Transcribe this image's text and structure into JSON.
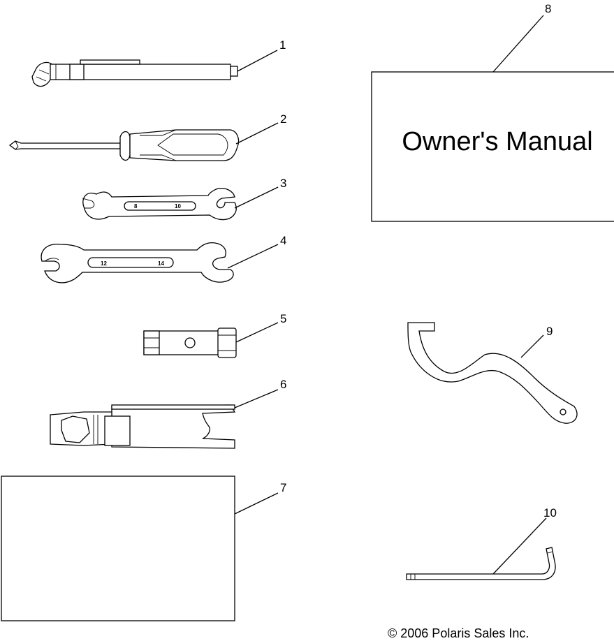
{
  "callouts": [
    "1",
    "2",
    "3",
    "4",
    "5",
    "6",
    "7",
    "8",
    "9",
    "10"
  ],
  "wrench_small": {
    "left_size": "8",
    "right_size": "10"
  },
  "wrench_large": {
    "left_size": "12",
    "right_size": "14"
  },
  "manual": {
    "title": "Owner's Manual"
  },
  "copyright": "© 2006 Polaris Sales Inc."
}
